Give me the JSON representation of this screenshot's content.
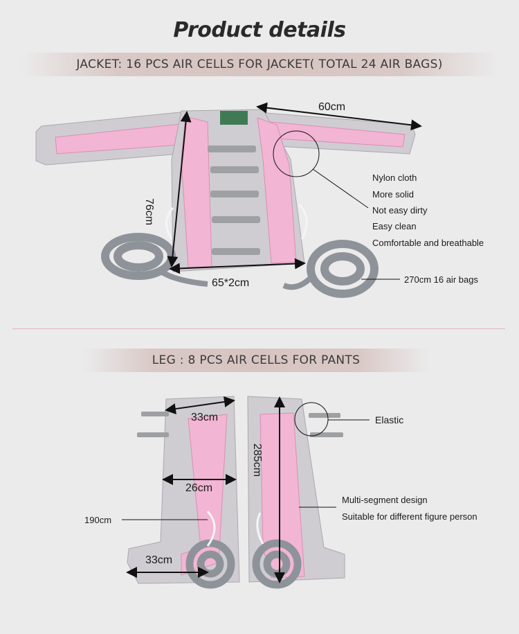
{
  "page_title": "Product details",
  "jacket": {
    "banner": "JACKET: 16 PCS AIR CELLS FOR JACKET( TOTAL 24 AIR BAGS)",
    "dim_width": "60cm",
    "dim_height": "76cm",
    "dim_chest": "65*2cm",
    "features": [
      "Nylon cloth",
      "More solid",
      "Not easy dirty",
      "Easy clean",
      "Comfortable and breathable"
    ],
    "hose_note": "270cm  16 air bags"
  },
  "leg": {
    "banner": "LEG : 8 PCS AIR CELLS FOR PANTS",
    "dim_top": "33cm",
    "dim_mid": "26cm",
    "dim_foot": "33cm",
    "dim_length": "285cm",
    "dim_hose": "190cm",
    "elastic": "Elastic",
    "features": [
      "Multi-segment design",
      "Suitable for different figure person"
    ]
  },
  "colors": {
    "background": "#ebebeb",
    "fabric": "#cfcdd2",
    "air_cell": "#f2b5d3",
    "hose": "#8e9399",
    "divider": "#e5b0c6"
  }
}
